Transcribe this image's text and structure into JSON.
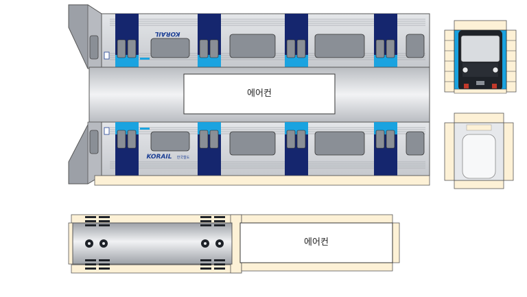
{
  "labels": {
    "roof_panel": "에어컨",
    "underside_panel": "에어컨"
  },
  "branding": {
    "logo_text": "KORAIL",
    "logo_subtext": "한국철도"
  },
  "icons": {
    "bogie_wheel": "circle-icon",
    "headlight": "circle-icon"
  },
  "colors": {
    "body_silver": "#c8cbd0",
    "body_dark": "#8f949b",
    "door_navy": "#15266e",
    "door_blue": "#1aa3e0",
    "glue_tab": "#fdf1d6",
    "outline": "#333333",
    "window_gray": "#8a8f96",
    "logo_blue": "#1c3f94"
  }
}
